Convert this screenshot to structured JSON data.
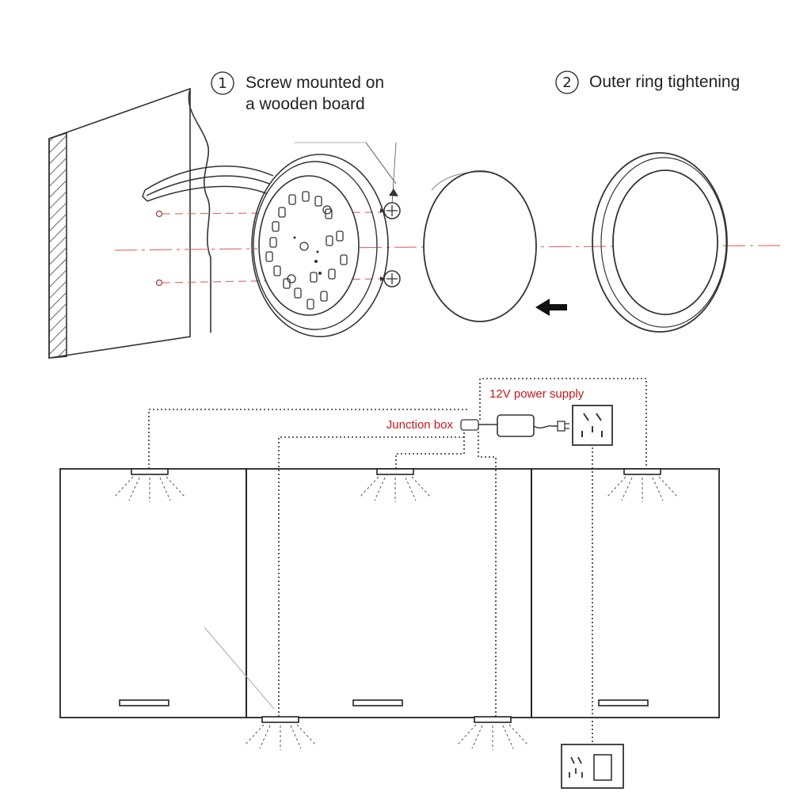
{
  "steps": [
    {
      "number": "1",
      "text_line1": "Screw mounted on",
      "text_line2": "a wooden board"
    },
    {
      "number": "2",
      "text_line1": "Outer ring tightening"
    }
  ],
  "wiring": {
    "power_supply_label": "12V power supply",
    "junction_box_label": "Junction box"
  },
  "colors": {
    "line": "#333333",
    "red_guide": "#e07070",
    "label_red": "#c8161d"
  }
}
